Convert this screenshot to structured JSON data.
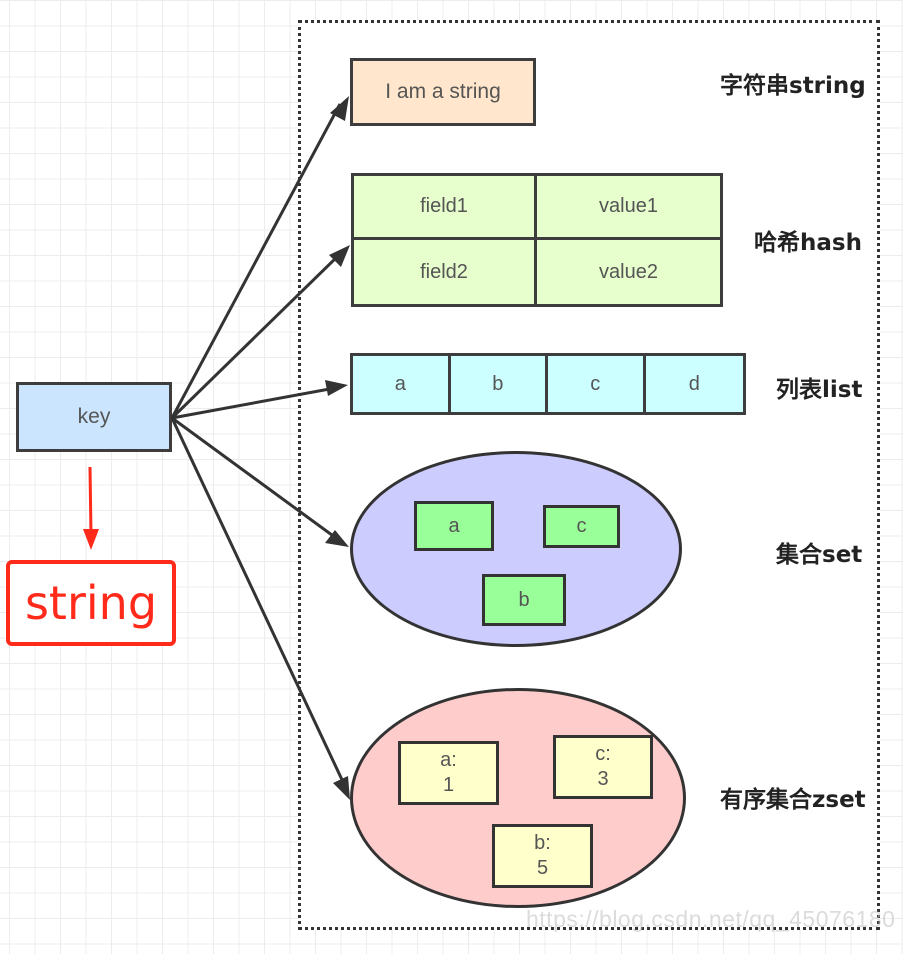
{
  "key_node": {
    "label": "key",
    "color": "#cce5ff"
  },
  "type_result": {
    "label": "string",
    "color": "#ff2a1a"
  },
  "string_node": {
    "value": "I am a string",
    "color": "#ffe6cc",
    "label": "字符串string"
  },
  "hash_node": {
    "rows": [
      {
        "field": "field1",
        "value": "value1"
      },
      {
        "field": "field2",
        "value": "value2"
      }
    ],
    "color": "#e6ffcc",
    "label": "哈希hash"
  },
  "list_node": {
    "items": [
      "a",
      "b",
      "c",
      "d"
    ],
    "color": "#ccffff",
    "label": "列表list"
  },
  "set_node": {
    "items": [
      "a",
      "c",
      "b"
    ],
    "ellipse_color": "#ccccff",
    "item_color": "#99ff99",
    "label": "集合set"
  },
  "zset_node": {
    "items": [
      {
        "member": "a:",
        "score": "1"
      },
      {
        "member": "c:",
        "score": "3"
      },
      {
        "member": "b:",
        "score": "5"
      }
    ],
    "ellipse_color": "#ffcccc",
    "item_color": "#ffffcc",
    "label": "有序集合zset"
  },
  "watermark": "https://blog.csdn.net/qq_45076180"
}
